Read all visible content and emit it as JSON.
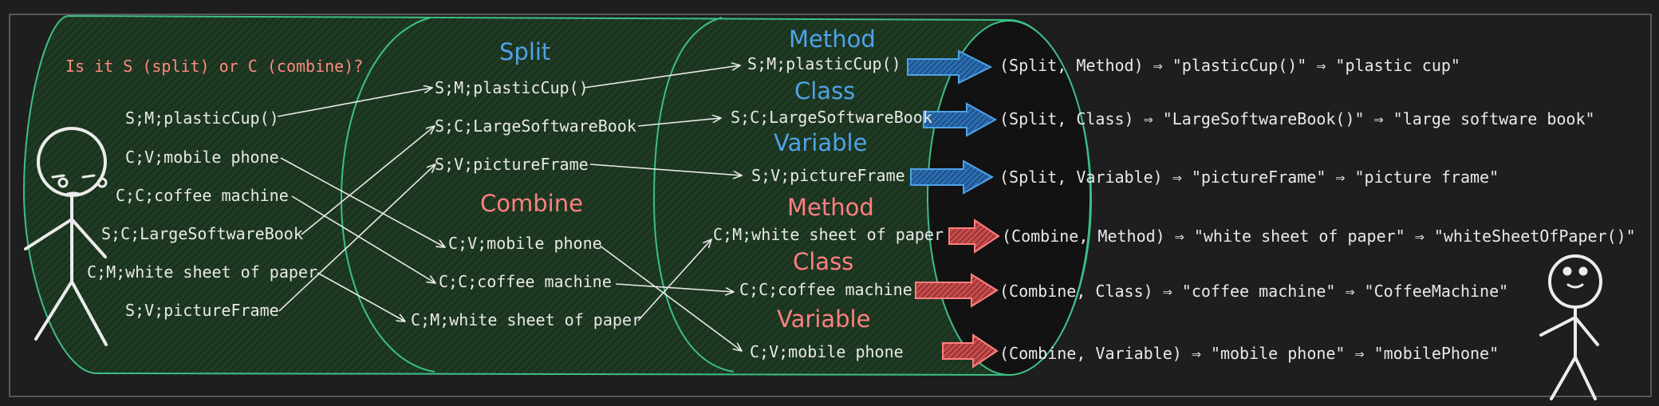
{
  "question": "Is it S (split) or C (combine)?",
  "inputs": [
    "S;M;plasticCup()",
    "C;V;mobile phone",
    "C;C;coffee machine",
    "S;C;LargeSoftwareBook",
    "C;M;white sheet of paper",
    "S;V;pictureFrame"
  ],
  "headers": {
    "split": "Split",
    "combine": "Combine",
    "method_split": "Method",
    "class_split": "Class",
    "variable_split": "Variable",
    "method_combine": "Method",
    "class_combine": "Class",
    "variable_combine": "Variable"
  },
  "split_items": [
    "S;M;plasticCup()",
    "S;C;LargeSoftwareBook",
    "S;V;pictureFrame"
  ],
  "combine_items": [
    "C;V;mobile phone",
    "C;C;coffee machine",
    "C;M;white sheet of paper"
  ],
  "type_items": [
    "S;M;plasticCup()",
    "S;C;LargeSoftwareBook",
    "S;V;pictureFrame",
    "C;M;white sheet of paper",
    "C;C;coffee machine",
    "C;V;mobile phone"
  ],
  "results": [
    "(Split, Method) ⇒ \"plasticCup()\" ⇒ \"plastic cup\"",
    "(Split, Class) ⇒ \"LargeSoftwareBook()\" ⇒ \"large software book\"",
    "(Split, Variable) ⇒ \"pictureFrame\" ⇒ \"picture frame\"",
    "(Combine, Method) ⇒ \"white sheet of paper\" ⇒ \"whiteSheetOfPaper()\"",
    "(Combine, Class) ⇒ \"coffee machine\" ⇒ \"CoffeeMachine\"",
    "(Combine, Variable) ⇒ \"mobile phone\" ⇒ \"mobilePhone\""
  ],
  "colors": {
    "background": "#1e1e1e",
    "pipe_fill": "#1f3a22",
    "pipe_outline": "#3dbf86",
    "split_accent": "#4fa3e8",
    "combine_accent": "#ff8080",
    "text": "#e9e9e9"
  }
}
